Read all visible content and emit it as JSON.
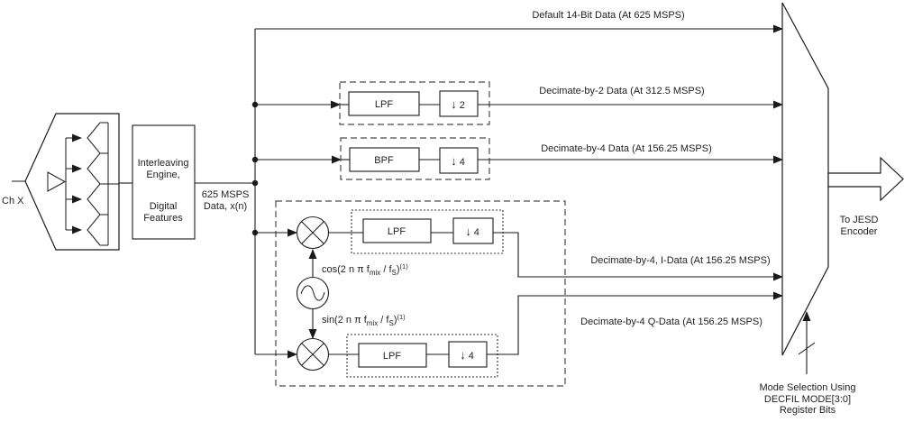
{
  "adc": {
    "channel_label": "Ch X"
  },
  "engine": {
    "line1": "Interleaving",
    "line2": "Engine,",
    "line3": "Digital",
    "line4": "Features"
  },
  "bus": {
    "rate_line1": "625 MSPS",
    "rate_line2": "Data, x(n)"
  },
  "rows": {
    "default": {
      "label": "Default 14-Bit Data (At 625 MSPS)"
    },
    "dec2": {
      "filter": "LPF",
      "factor": "2",
      "label": "Decimate-by-2 Data (At 312.5 MSPS)"
    },
    "dec4": {
      "filter": "BPF",
      "factor": "4",
      "label": "Decimate-by-4 Data (At 156.25 MSPS)"
    },
    "i_path": {
      "filter": "LPF",
      "factor": "4",
      "label": "Decimate-by-4, I-Data (At 156.25 MSPS)"
    },
    "q_path": {
      "filter": "LPF",
      "factor": "4",
      "label": "Decimate-by-4 Q-Data (At 156.25 MSPS)"
    }
  },
  "mixer": {
    "cos": {
      "pre": "cos(2 n π f",
      "sub1": "mix",
      "mid": " / f",
      "sub2": "S",
      "close": ")",
      "sup": "(1)"
    },
    "sin": {
      "pre": "sin(2 n π f",
      "sub1": "mix",
      "mid": " / f",
      "sub2": "S",
      "close": ")",
      "sup": "(1)"
    }
  },
  "glyphs": {
    "down_arrow": "↓"
  },
  "mux": {
    "output_line1": "To JESD",
    "output_line2": "Encoder",
    "mode_line1": "Mode Selection Using",
    "mode_line2": "DECFIL MODE[3:0]",
    "mode_line3": "Register Bits"
  },
  "colors": {
    "line": "#1a1a1a",
    "background": "#ffffff"
  }
}
